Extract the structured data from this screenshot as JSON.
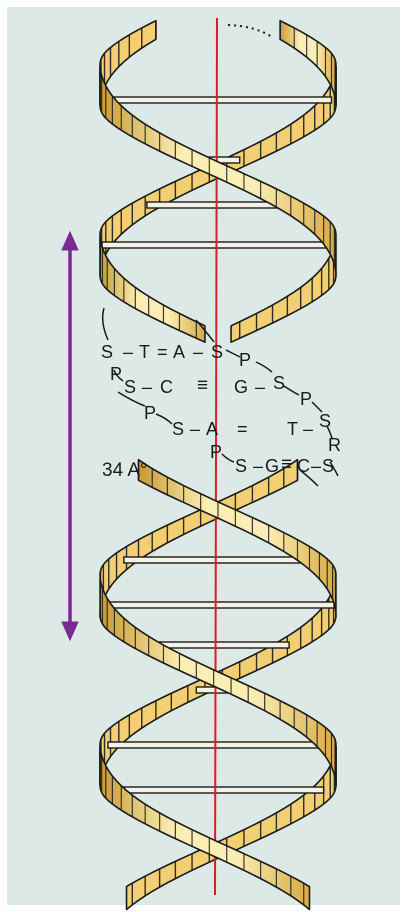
{
  "colors": {
    "background": "#dce9e7",
    "ribbon_light": "#fbeeb4",
    "ribbon_mid": "#f3cf73",
    "ribbon_dark": "#c99a35",
    "outline": "#1a1a1a",
    "axis": "#d62027",
    "arrow": "#7b2a93"
  },
  "scale": {
    "label": "34 A°"
  },
  "letters": {
    "row1": [
      "S",
      "–",
      "T",
      "=",
      "A",
      "–",
      "S",
      "P"
    ],
    "row2": [
      "P",
      "S",
      "–",
      "C",
      "≡",
      "G",
      "–",
      "S",
      "P"
    ],
    "row3": [
      "P",
      "S",
      "–",
      "A",
      "=",
      "T",
      "–",
      "S"
    ],
    "row4": [
      "P",
      "S",
      "–",
      "G",
      "≡",
      "C",
      "–",
      "S",
      "R"
    ]
  }
}
